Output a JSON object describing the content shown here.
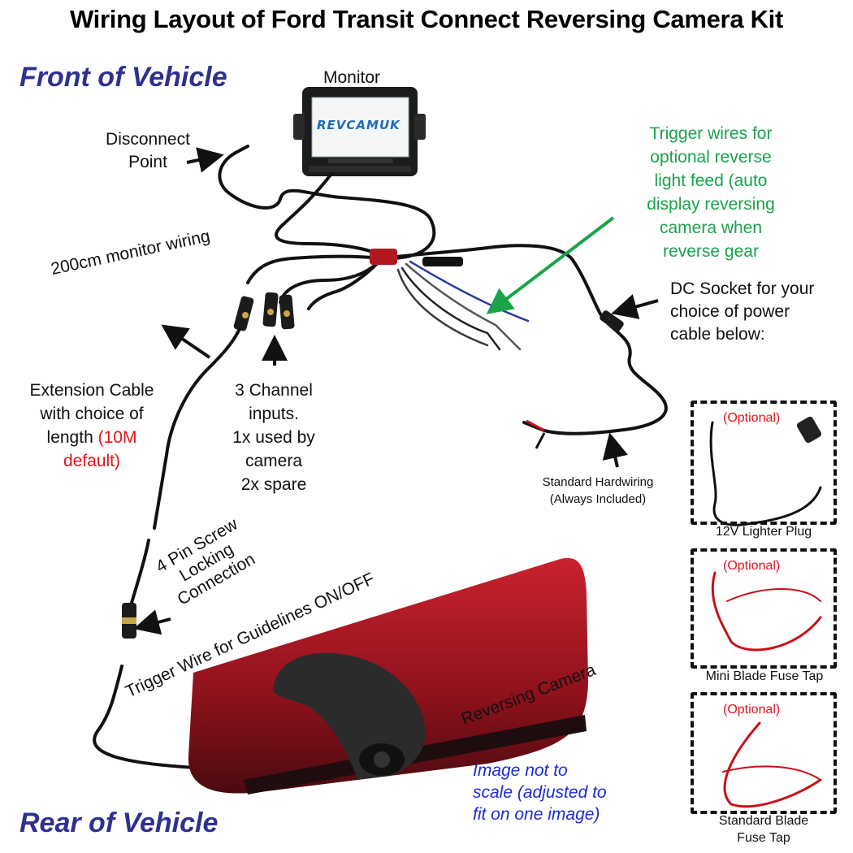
{
  "title": "Wiring Layout of Ford Transit Connect Reversing Camera Kit",
  "front_label": "Front of Vehicle",
  "rear_label": "Rear of Vehicle",
  "monitor_label": "Monitor",
  "monitor_brand": "REVCAMUK",
  "disconnect_line1": "Disconnect",
  "disconnect_line2": "Point",
  "monitor_wiring": "200cm monitor wiring",
  "trigger_wires": [
    "Trigger wires for",
    "optional reverse",
    "light feed (auto",
    "display reversing",
    "camera when",
    "reverse gear"
  ],
  "dc_socket": [
    "DC Socket for your",
    "choice of power",
    "cable below:"
  ],
  "extension": {
    "line1": "Extension Cable",
    "line2": "with choice of",
    "line3": "length",
    "red_a": "(10M",
    "red_b": "default)"
  },
  "channel_inputs": [
    "3 Channel",
    "inputs.",
    "1x used by",
    "camera",
    "2x spare"
  ],
  "hardwiring": [
    "Standard Hardwiring",
    "(Always Included)"
  ],
  "optional_label": "(Optional)",
  "options": [
    {
      "caption": "12V Lighter Plug"
    },
    {
      "caption": "Mini Blade Fuse Tap"
    },
    {
      "caption_line1": "Standard Blade",
      "caption_line2": "Fuse Tap"
    }
  ],
  "pin_screw": [
    "4 Pin Screw",
    "Locking",
    "Connection"
  ],
  "guidelines_trigger": "Trigger Wire for Guidelines ON/OFF",
  "reversing_camera": "Reversing Camera",
  "scale_note": [
    "Image not to",
    "scale (adjusted to",
    "fit on one image)"
  ],
  "colors": {
    "section": "#2e3192",
    "green": "#1aa34a",
    "red": "#e4141b",
    "note_blue": "#1b2bd6"
  }
}
